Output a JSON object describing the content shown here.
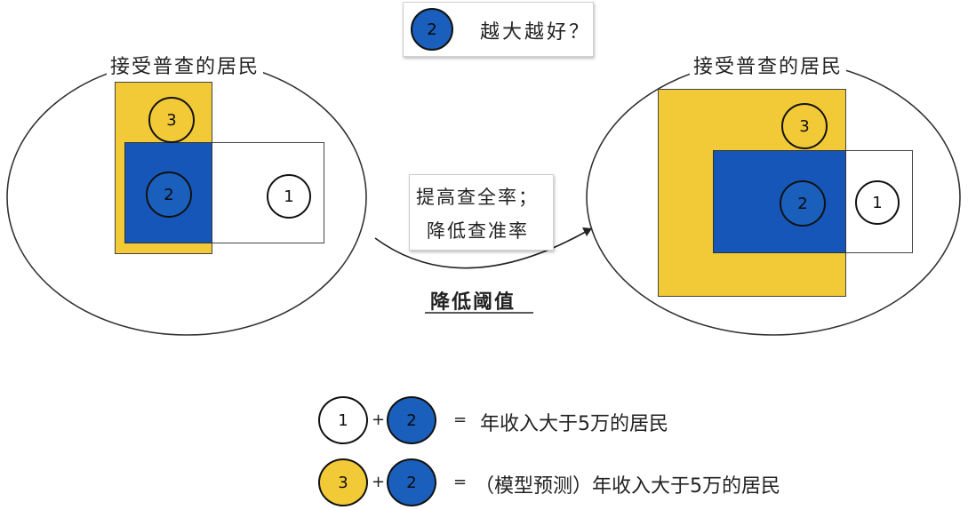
{
  "question": {
    "circle_number": "2",
    "text": "越大越好？"
  },
  "left_panel": {
    "title": "接受普查的居民",
    "circles": {
      "yellow": "3",
      "blue": "2",
      "white": "1"
    }
  },
  "right_panel": {
    "title": "接受普查的居民",
    "circles": {
      "yellow": "3",
      "blue": "2",
      "white": "1"
    }
  },
  "transition": {
    "note_line1": "提高查全率；",
    "note_line2": "降低查准率",
    "action_label": "降低阈值"
  },
  "legend": [
    {
      "left": "1",
      "op": "+",
      "right": "2",
      "eq": "=",
      "text": "年收入大于5万的居民"
    },
    {
      "left": "3",
      "op": "+",
      "right": "2",
      "eq": "=",
      "text": "（模型预测）年收入大于5万的居民"
    }
  ],
  "colors": {
    "yellow": "#f2c936",
    "blue": "#1a5fbc",
    "white": "#ffffff"
  }
}
